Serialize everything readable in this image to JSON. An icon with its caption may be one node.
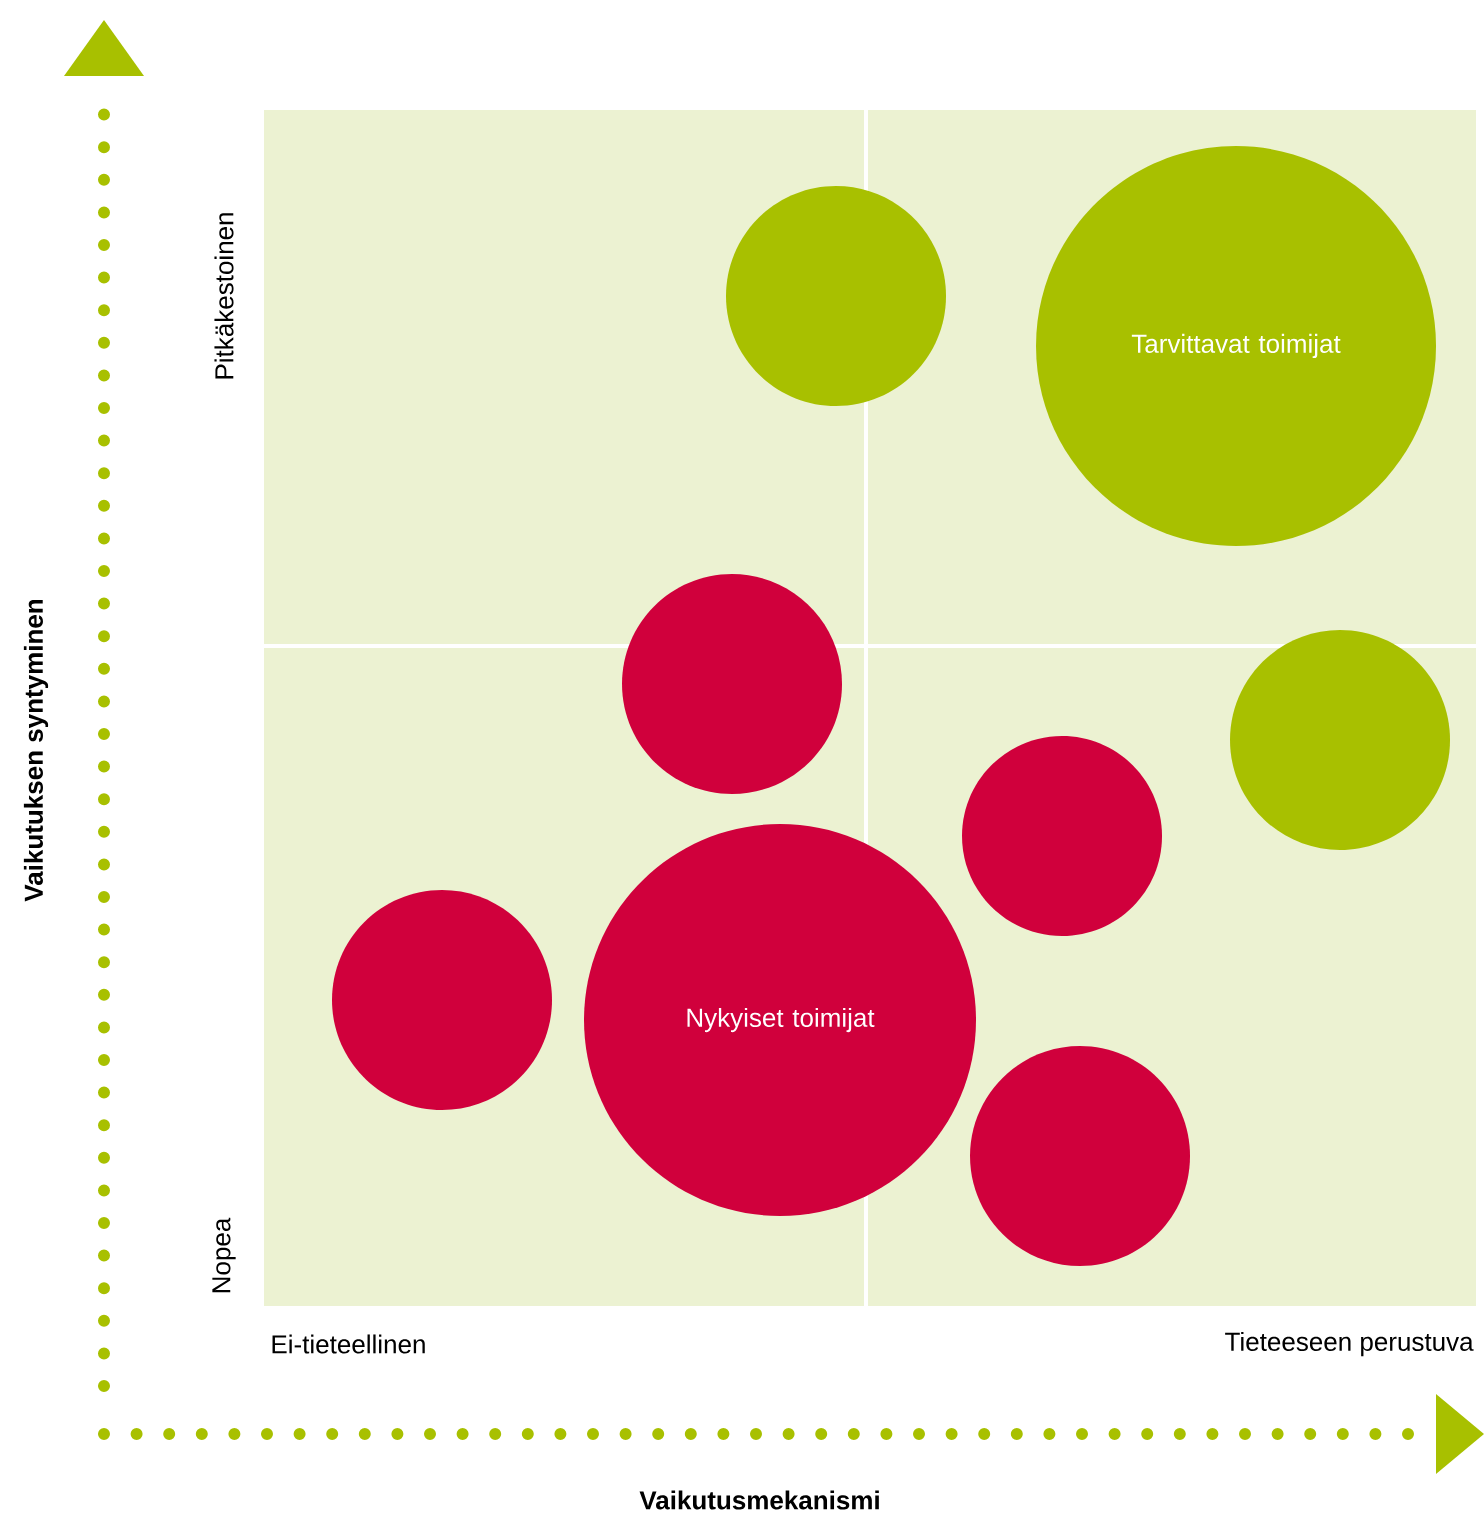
{
  "diagram": {
    "nodes": [
      {
        "text": [],
        "shape": "circle"
      },
      {
        "text": [
          "Tarvittavat toimijat"
        ]
      },
      {
        "text": [],
        "shape": "circle"
      },
      {
        "text": [],
        "shape": "circle"
      },
      {
        "text": [],
        "shape": "circle"
      },
      {
        "text": [],
        "shape": "circle"
      },
      {
        "text": [
          "Nykyiset toimijat"
        ]
      },
      {
        "text": [],
        "shape": "circle"
      }
    ],
    "edges": [],
    "labels": [
      "Vaikutuksen syntyminen",
      "Pitkäkestoinen",
      "Nopea",
      "Ei-tieteellinen",
      "Tieteeseen perustuva",
      "Vaikutusmekanismi"
    ]
  }
}
